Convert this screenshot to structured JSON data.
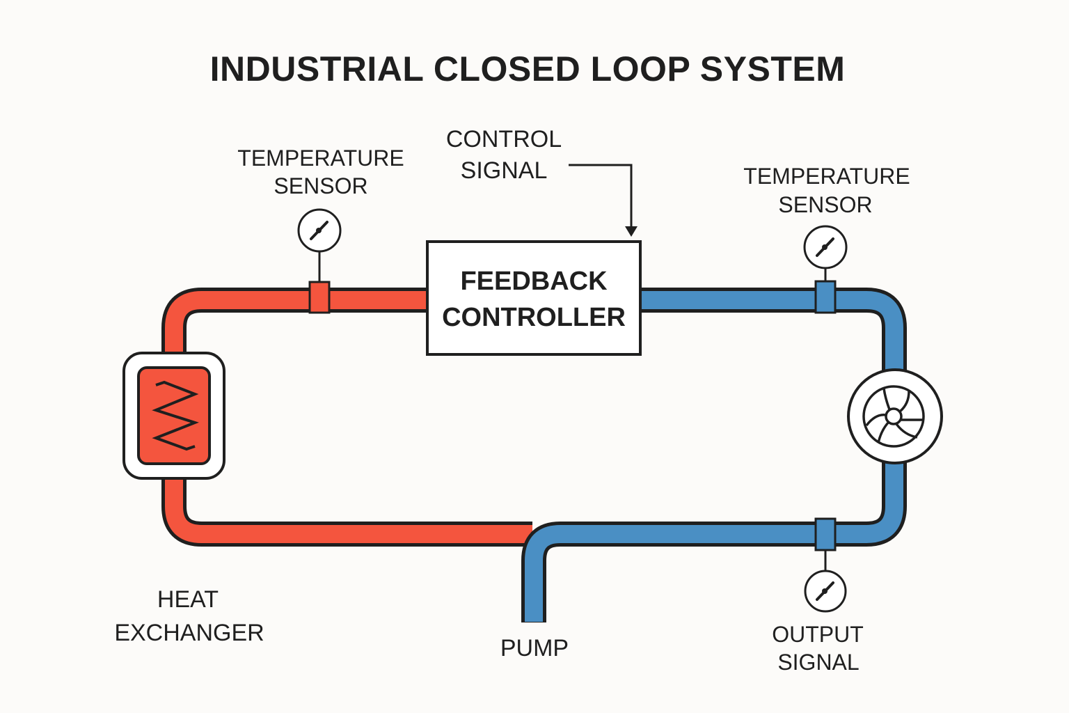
{
  "title": "INDUSTRIAL CLOSED LOOP SYSTEM",
  "colors": {
    "hot_pipe": "#F4553E",
    "cold_pipe": "#4A8FC4",
    "outline": "#1f1f1f",
    "background": "#FCFBF9"
  },
  "components": {
    "controller": {
      "line1": "FEEDBACK",
      "line2": "CONTROLLER",
      "icon": "controller-box"
    },
    "control_signal": {
      "line1": "CONTROL",
      "line2": "SIGNAL",
      "icon": "arrow-down-icon"
    },
    "sensor_left": {
      "line1": "TEMPERATURE",
      "line2": "SENSOR",
      "icon": "gauge-icon"
    },
    "sensor_right": {
      "line1": "TEMPERATURE",
      "line2": "SENSOR",
      "icon": "gauge-icon"
    },
    "heat_exchanger": {
      "line1": "HEAT",
      "line2": "EXCHANGER",
      "icon": "heat-coil-icon"
    },
    "pump": {
      "label": "PUMP",
      "icon": "pipe-outlet"
    },
    "turbine": {
      "icon": "impeller-icon"
    },
    "output_signal": {
      "line1": "OUTPUT",
      "line2": "SIGNAL",
      "icon": "gauge-icon"
    }
  }
}
